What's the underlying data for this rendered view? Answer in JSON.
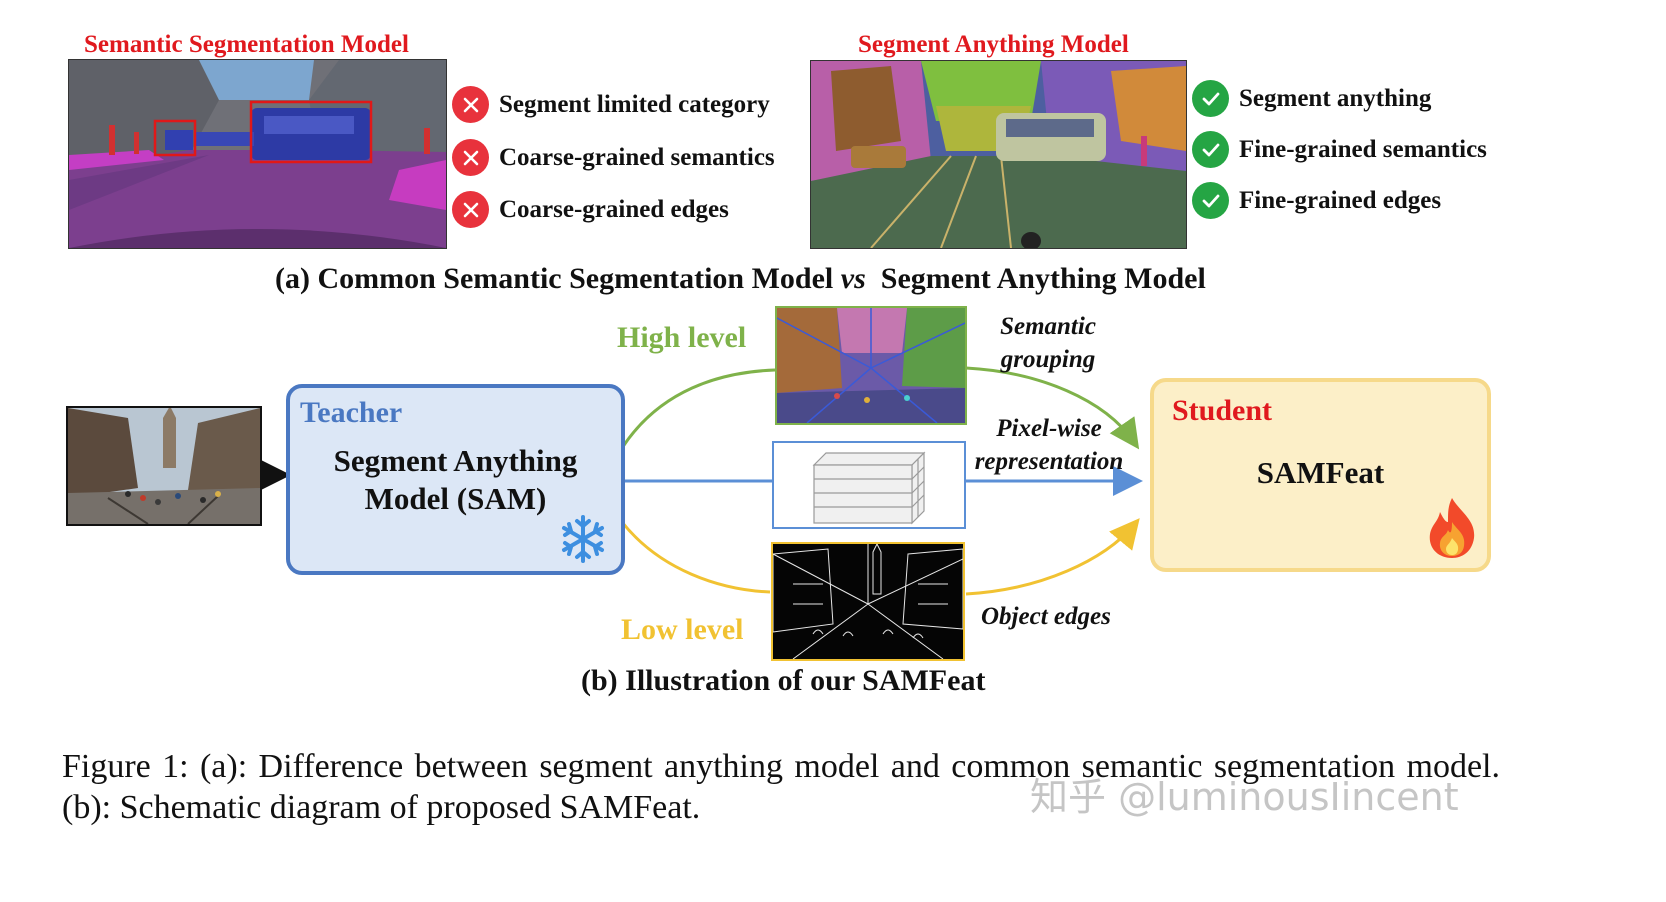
{
  "panel_a": {
    "left_title": "Semantic Segmentation Model",
    "right_title": "Segment Anything Model",
    "left_bullets": [
      "Segment limited category",
      "Coarse-grained semantics",
      "Coarse-grained edges"
    ],
    "right_bullets": [
      "Segment anything",
      "Fine-grained semantics",
      "Fine-grained edges"
    ],
    "caption_pre": "(a) Common Semantic Segmentation Model ",
    "caption_vs": "vs",
    "caption_post": "  Segment Anything Model"
  },
  "panel_b": {
    "teacher_label": "Teacher",
    "teacher_model": "Segment Anything Model (SAM)",
    "student_label": "Student",
    "student_model": "SAMFeat",
    "high_level": "High level",
    "low_level": "Low level",
    "semantic_grouping": "Semantic grouping",
    "pixel_wise": "Pixel-wise representation",
    "object_edges": "Object edges",
    "caption": "(b) Illustration of our SAMFeat"
  },
  "figure_caption": "Figure 1: (a): Difference between segment anything model and common semantic segmentation model. (b): Schematic diagram of proposed SAMFeat.",
  "watermark": "知乎 @luminousIincent",
  "colors": {
    "title_red": "#e0191e",
    "cross_red": "#e8323c",
    "check_green": "#25a544",
    "teacher_blue": "#4a78c2",
    "teacher_fill": "#dce7f6",
    "student_fill": "#fcefc8",
    "high_green": "#7fb24a",
    "low_yellow": "#f1c232",
    "arrow_blue": "#5b8fd6"
  },
  "icons": {
    "cross": "x-mark-icon",
    "check": "check-mark-icon",
    "snowflake": "snowflake-icon",
    "fire": "fire-icon"
  }
}
